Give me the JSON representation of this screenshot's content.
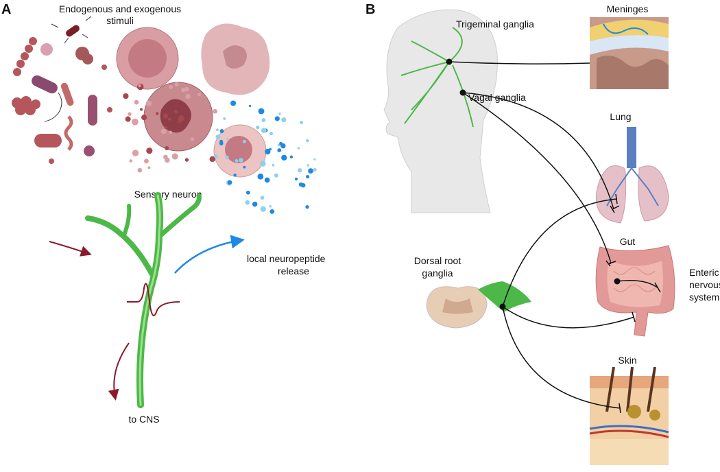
{
  "panel_a": {
    "letter": "A",
    "stimuli_label_line1": "Endogenous and exogenous",
    "stimuli_label_line2": "stimuli",
    "neuron_label": "Sensory neuron",
    "release_label_line1": "local neuropeptide",
    "release_label_line2": "release",
    "cns_label": "to CNS"
  },
  "panel_b": {
    "letter": "B",
    "trigeminal_label": "Trigeminal ganglia",
    "vagal_label": "Vagal ganglia",
    "drg_label_line1": "Dorsal root",
    "drg_label_line2": "ganglia",
    "meninges_label": "Meninges",
    "lung_label": "Lung",
    "gut_label": "Gut",
    "enteric_label_line1": "Enteric",
    "enteric_label_line2": "nervous",
    "enteric_label_line3": "system",
    "skin_label": "Skin"
  },
  "colors": {
    "neuron_green": "#4cb848",
    "stimulus_red": "#8b1a2b",
    "release_blue": "#1e88e5",
    "cell_pink": "#c98a8f",
    "connector": "#111111"
  }
}
